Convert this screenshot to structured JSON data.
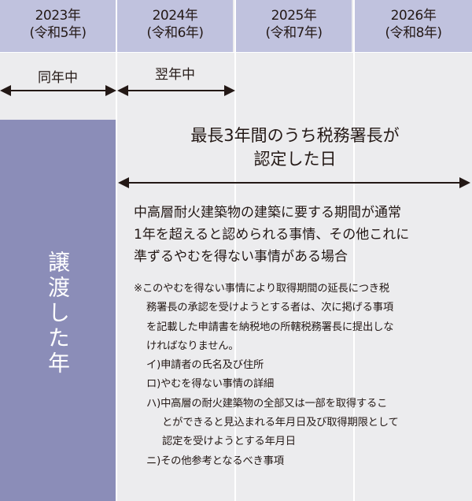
{
  "years": [
    {
      "year": "2023年",
      "era": "(令和5年)"
    },
    {
      "year": "2024年",
      "era": "(令和6年)"
    },
    {
      "year": "2025年",
      "era": "(令和7年)"
    },
    {
      "year": "2026年",
      "era": "(令和8年)"
    }
  ],
  "periods": {
    "same_year": "同年中",
    "next_year": "翌年中"
  },
  "transfer_label": "譲渡した年",
  "title_lines": [
    "最長3年間のうち税務署長が",
    "認定した日"
  ],
  "condition_lines": [
    "中高層耐火建築物の建築に要する期間が通常",
    "1年を超えると認められる事情、その他これに",
    "準ずるやむを得ない事情がある場合"
  ],
  "note_lines": [
    "※このやむを得ない事情により取得期間の延長につき税",
    "務署長の承認を受けようとする者は、次に掲げる事項",
    "を記載した申請書を納税地の所轄税務署長に提出しな",
    "ければなりません。"
  ],
  "items": [
    {
      "lines": [
        "イ)申請者の氏名及び住所"
      ]
    },
    {
      "lines": [
        "ロ)やむを得ない事情の詳細"
      ]
    },
    {
      "lines": [
        "ハ)中高層の耐火建築物の全部又は一部を取得するこ",
        "とができると見込まれる年月日及び取得期限として",
        "認定を受けようとする年月日"
      ]
    },
    {
      "lines": [
        "ニ)その他参考となるべき事項"
      ]
    }
  ],
  "colors": {
    "header": "#c0c2de",
    "body": "#ececee",
    "purple": "#8b8db8",
    "text": "#231815"
  }
}
